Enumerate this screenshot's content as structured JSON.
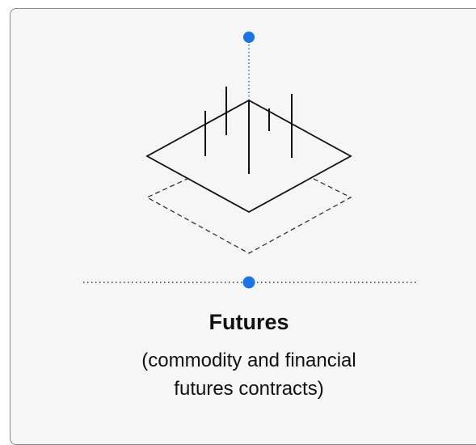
{
  "card": {
    "title": "Futures",
    "subtitle_line1": "(commodity and financial",
    "subtitle_line2": "futures contracts)"
  },
  "colors": {
    "accent": "#1a73e8",
    "line": "#111111",
    "card_background": "#f6f6f6",
    "card_border": "#8a8a8a"
  },
  "icons": [
    "futures-plane-icon",
    "top-marker-dot",
    "divider-marker-dot"
  ]
}
